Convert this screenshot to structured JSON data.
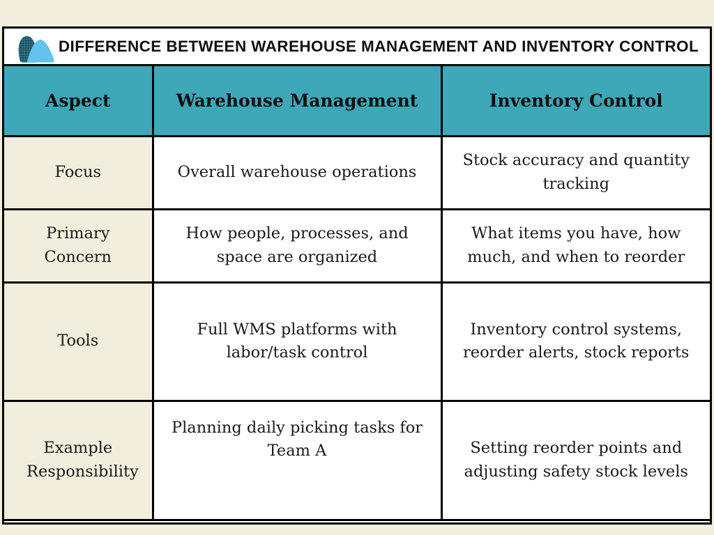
{
  "colors": {
    "page_bg": "#F1EEDE",
    "card_bg": "#FFFFFF",
    "border": "#000000",
    "table_header_bg": "#3EA7B8",
    "aspect_column_bg": "#F1EEDE",
    "logo_dark": "#2A7082",
    "logo_dark_dots": "#143844",
    "logo_light": "#63C3F0",
    "text": "#161616"
  },
  "header": {
    "title": "DIFFERENCE BETWEEN WAREHOUSE MANAGEMENT AND INVENTORY CONTROL",
    "logo_icon": "two-peaks-logo"
  },
  "table": {
    "columns": [
      "Aspect",
      "Warehouse Management",
      "Inventory Control"
    ],
    "rows": [
      {
        "aspect": "Focus",
        "warehouse": "Overall warehouse operations",
        "inventory": "Stock accuracy and quantity tracking"
      },
      {
        "aspect": "Primary Concern",
        "warehouse": "How people, processes, and space are organized",
        "inventory": "What items you have, how much, and when to reorder"
      },
      {
        "aspect": "Tools",
        "warehouse": "Full WMS platforms with labor/task control",
        "inventory": "Inventory control systems, reorder alerts, stock reports"
      },
      {
        "aspect": "Example Responsibility",
        "warehouse": "Planning daily picking tasks for Team A",
        "inventory": "Setting reorder points and adjusting safety stock levels"
      }
    ]
  }
}
